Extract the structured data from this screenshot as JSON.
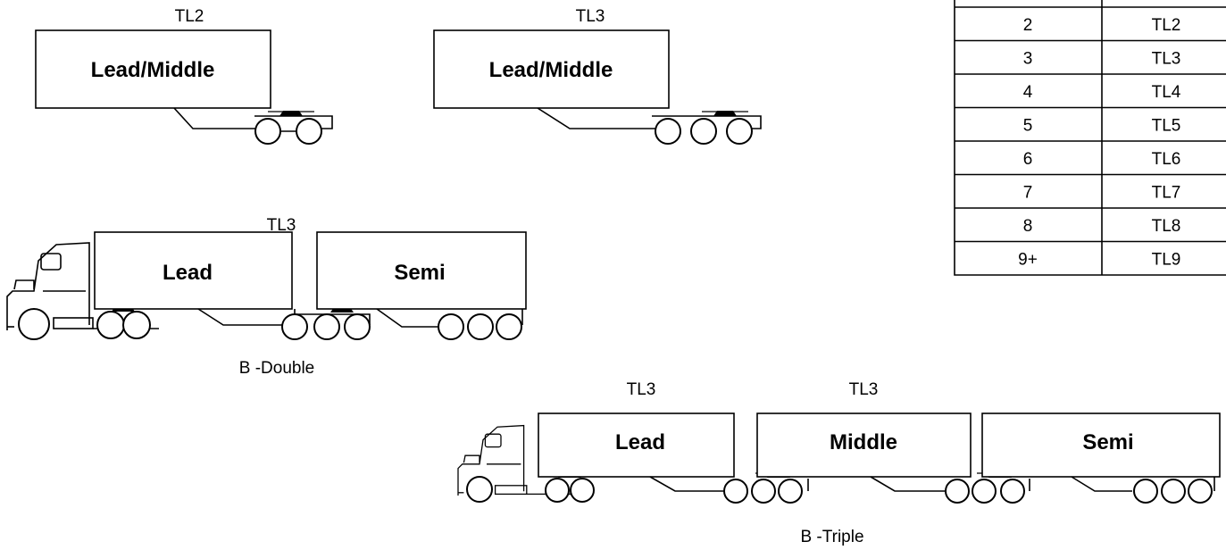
{
  "top_left": {
    "axle_label": "TL2",
    "trailer_label": "Lead/Middle"
  },
  "top_mid": {
    "axle_label": "TL3",
    "trailer_label": "Lead/Middle"
  },
  "b_double": {
    "axle_label": "TL3",
    "lead_label": "Lead",
    "semi_label": "Semi",
    "caption": "B -Double"
  },
  "b_triple": {
    "axle_label_1": "TL3",
    "axle_label_2": "TL3",
    "lead_label": "Lead",
    "middle_label": "Middle",
    "semi_label": "Semi",
    "caption": "B -Triple"
  },
  "axle_table": {
    "rows": [
      [
        "2",
        "TL2"
      ],
      [
        "3",
        "TL3"
      ],
      [
        "4",
        "TL4"
      ],
      [
        "5",
        "TL5"
      ],
      [
        "6",
        "TL6"
      ],
      [
        "7",
        "TL7"
      ],
      [
        "8",
        "TL8"
      ],
      [
        "9+",
        "TL9"
      ]
    ]
  }
}
